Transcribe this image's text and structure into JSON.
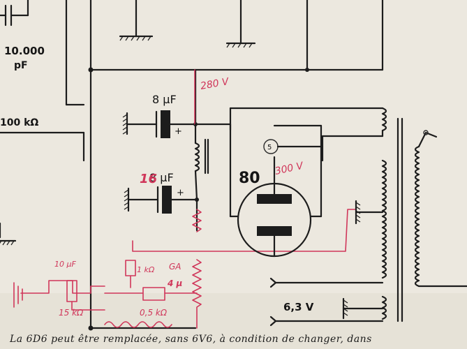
{
  "labels": {
    "cap_top_left": "10.000",
    "cap_top_left_unit": "pF",
    "resistor_left": "100 kΩ",
    "cap_upper": "8 μF",
    "cap_lower": "8 μF",
    "tube_number": "80",
    "socket_marker": "5",
    "filament_voltage": "6,3 V"
  },
  "annotations": {
    "hv_upper": "280 V",
    "hv_tube": "300 V",
    "cap_lower_override": "16",
    "cap_small": "10 μF",
    "res_a": "1 kΩ",
    "res_ga": "GA",
    "res_b": "15 kΩ",
    "res_c": "0,5 kΩ",
    "current": "4 μ"
  },
  "caption": "La 6D6 peut être remplacée, sans   6V6, à condition de changer, dans"
}
